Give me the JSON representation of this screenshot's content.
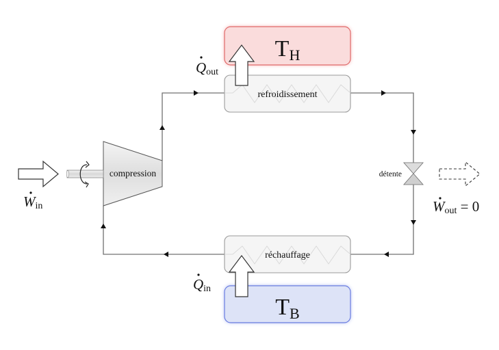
{
  "diagram": {
    "title": "Refrigeration cycle",
    "reservoirs": {
      "hot": {
        "symbol": "T",
        "subscript": "H",
        "color": "#fadcdc",
        "border": "#e05a5a"
      },
      "cold": {
        "symbol": "T",
        "subscript": "B",
        "color": "#dde3f7",
        "border": "#5a6fe0"
      }
    },
    "components": {
      "condenser": "refroidissement",
      "evaporator": "réchauffage",
      "compressor": "compression",
      "valve": "détente"
    },
    "heat_flows": {
      "out": {
        "symbol": "Q",
        "subscript": "out"
      },
      "in": {
        "symbol": "Q",
        "subscript": "in"
      }
    },
    "work_flows": {
      "in": {
        "symbol": "W",
        "subscript": "in"
      },
      "out": {
        "symbol": "W",
        "subscript": "out",
        "suffix": " = 0"
      }
    },
    "line_color": "#707070"
  }
}
